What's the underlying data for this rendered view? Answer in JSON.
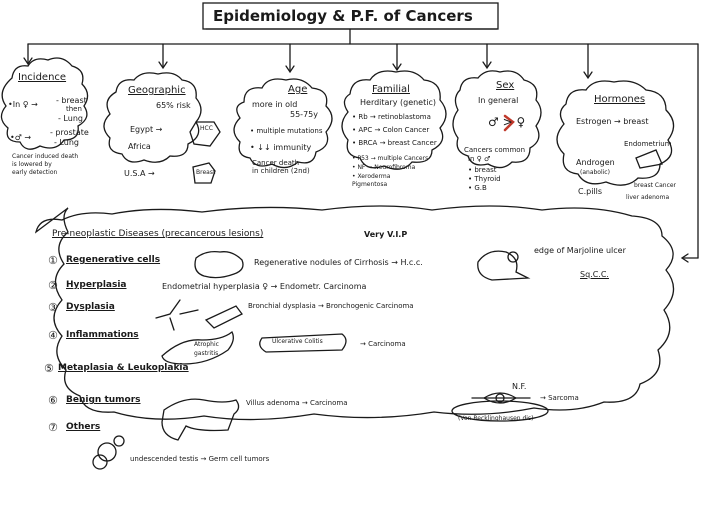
{
  "title": "Epidemiology & P.F. of Cancers",
  "incidence": {
    "heading": "Incidence",
    "female_prefix": "•In ♀ →",
    "female_line1": "- breast",
    "female_line2": "then",
    "female_line3": "- Lung",
    "male_prefix": "•♂ →",
    "male_line1": "- prostate",
    "male_line2": "- Lung",
    "note1": "Cancer induced death",
    "note2": "is lowered by",
    "note3": "early detection"
  },
  "geographic": {
    "heading": "Geographic",
    "risk": "65% risk",
    "egypt": "Egypt →",
    "hcc": "HCC",
    "africa": "Africa",
    "usa": "U.S.A →",
    "breast": "Breast"
  },
  "age": {
    "heading": "Age",
    "line1": "more in old",
    "line2": "55-75y",
    "item1": "• multiple mutations",
    "item2": "• ↓↓ immunity",
    "note1": "Cancer death",
    "note2": "in children (2nd)"
  },
  "familial": {
    "heading": "Familial",
    "sub": "Herditary (genetic)",
    "items": [
      "• Rb → retinoblastoma",
      "• APC → Colon Cancer",
      "• BRCA → breast Cancer",
      "• P53 → multiple Cancers",
      "• NF → Neurofibroma",
      "• Xeroderma",
      "  Pigmentosa"
    ]
  },
  "sex": {
    "heading": "Sex",
    "sub": "In general",
    "symbols": "♂ > ♀",
    "common1": "Cancers common",
    "common2": "in ♀ ♂",
    "items": [
      "• breast",
      "• Thyroid",
      "• G.B"
    ]
  },
  "hormones": {
    "heading": "Hormones",
    "estrogen": "Estrogen → breast",
    "endometrium": "Endometrium",
    "androgen": "Androgen",
    "androgen_sub": "(anabolic)",
    "pills": "C.pills",
    "breast_cancer": "breast Cancer",
    "liver": "liver adenoma"
  },
  "preneoplastic": {
    "heading": "Pre-neoplastic Diseases (precancerous lesions)",
    "vip": "Very V.I.P",
    "marjolin": "edge of Marjoline ulcer",
    "scc": "Sq.C.C.",
    "rows": [
      {
        "num": "①",
        "name": "Regenerative cells",
        "desc": "Regenerative nodules of Cirrhosis → H.c.c."
      },
      {
        "num": "②",
        "name": "Hyperplasia",
        "desc": "Endometrial hyperplasia ♀ → Endometr. Carcinoma"
      },
      {
        "num": "③",
        "name": "Dysplasia",
        "desc": "Bronchial dysplasia → Bronchogenic Carcinoma"
      },
      {
        "num": "④",
        "name": "Inflammations",
        "desc": "→ Carcinoma"
      },
      {
        "num": "⑤",
        "name": "Metaplasia & Leukoplakia",
        "desc": ""
      },
      {
        "num": "⑥",
        "name": "Benign tumors",
        "desc": "Villus adenoma → Carcinoma"
      },
      {
        "num": "⑦",
        "name": "Others",
        "desc": "undescended testis → Germ cell tumors"
      }
    ],
    "atrophic": "Atrophic gastritis",
    "ulcerative": "Ulcerative Colitis",
    "nf": "N.F.",
    "sarcoma": "→ Sarcoma",
    "von": "(Von Recklinghausen dis)"
  }
}
